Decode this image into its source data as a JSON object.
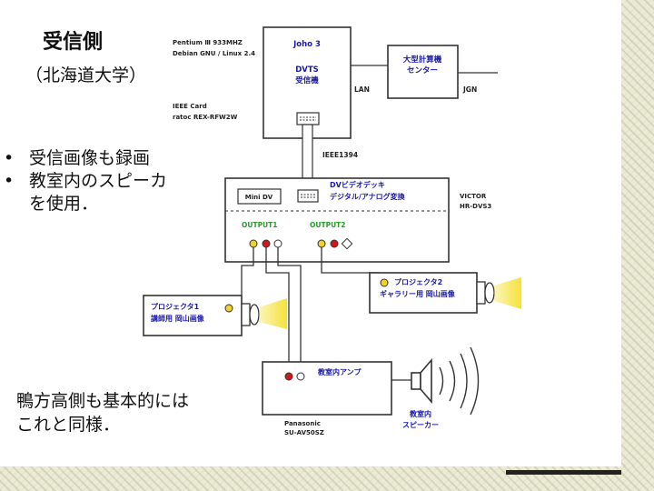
{
  "slide": {
    "title": "受信側",
    "subtitle": "（北海道大学）",
    "bullets": [
      "受信画像も録画",
      "教室内のスピーカ"
    ],
    "bullet_continuation": "を使用．",
    "note_lines": [
      "鴨方高側も基本的には",
      "これと同様．"
    ]
  },
  "diagram": {
    "pc_spec_line1": "Pentium Ⅲ  933MHZ",
    "pc_spec_line2": "Debian GNU / Linux 2.4",
    "ieee_card_line1": "IEEE Card",
    "ieee_card_line2": "ratoc REX-RFW2W",
    "pc_name": "Joho 3",
    "pc_role_line1": "DVTS",
    "pc_role_line2": "受信機",
    "lan_label": "LAN",
    "computing_center_line1": "大型計算機",
    "computing_center_line2": "センター",
    "jgn_label": "JGN",
    "ieee1394_label": "IEEE1394",
    "dv_deck_line1": "DVビデオデッキ",
    "dv_deck_line2": "デジタル/アナログ変換",
    "mini_dv_label": "Mini DV",
    "output1_label": "OUTPUT1",
    "output2_label": "OUTPUT2",
    "victor_line1": "VICTOR",
    "victor_line2": "HR-DVS3",
    "projector1_line1": "プロジェクタ1",
    "projector1_line2": "講師用 岡山画像",
    "projector2_line1": "プロジェクタ2",
    "projector2_line2": "ギャラリー用 岡山画像",
    "amp_label": "教室内アンプ",
    "panasonic_line1": "Panasonic",
    "panasonic_line2": "SU-AV50SZ",
    "speaker_line1": "教室内",
    "speaker_line2": "スピーカー"
  },
  "colors": {
    "line": "#333333",
    "label_blue": "#1a1aa6",
    "jack_yellow": "#f2d22a",
    "jack_red": "#d01818",
    "jack_white": "#ffffff",
    "beam_yellow": "#f5e23a",
    "band": "#ecebd8"
  }
}
